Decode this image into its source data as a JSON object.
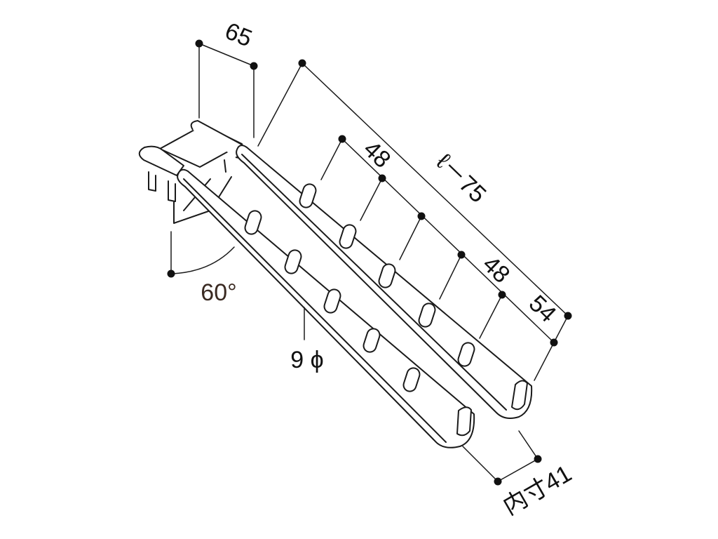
{
  "dimensions": {
    "depth": "65",
    "length": "ℓ－75",
    "pitch_top": "48",
    "pitch_bottom": "48",
    "end_offset": "54",
    "inner_width": "内寸41",
    "rod_diameter": "9 ϕ",
    "angle": "60°"
  },
  "colors": {
    "line": "#1a1a1a",
    "dot": "#111111",
    "angle_text": "#3a2a22"
  }
}
